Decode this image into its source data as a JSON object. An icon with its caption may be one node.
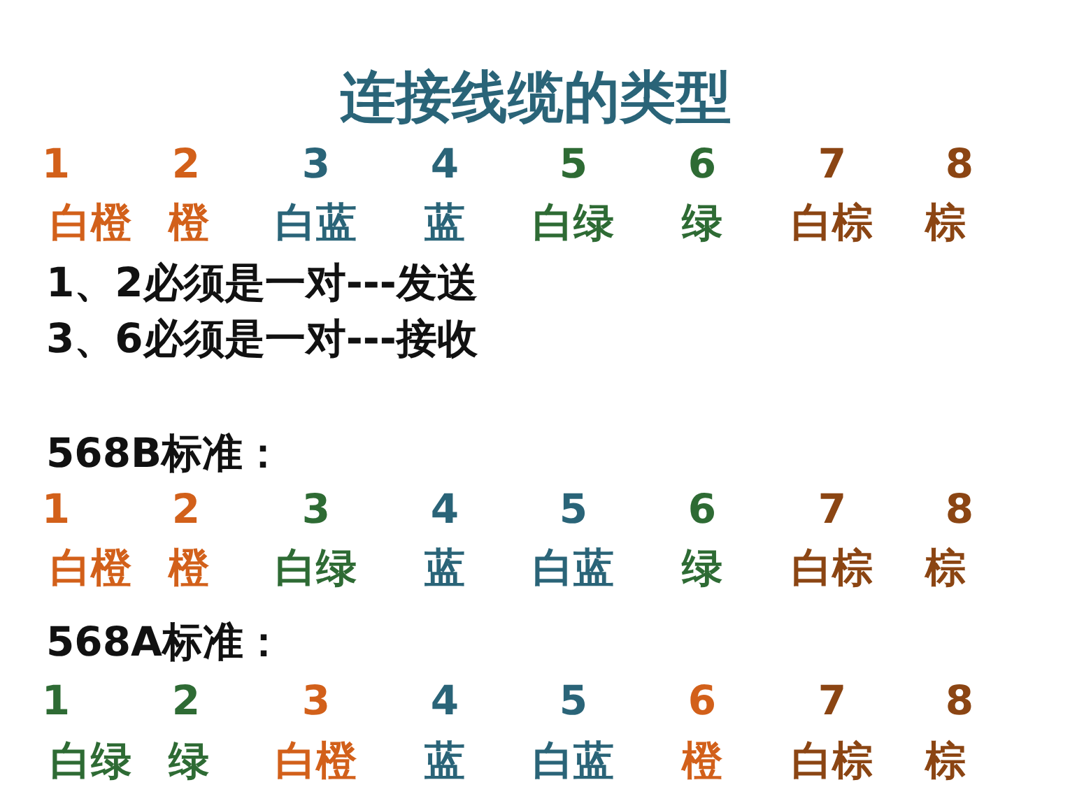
{
  "diagram": {
    "title": "连接线缆的类型",
    "labels": [
      "1",
      "2",
      "3",
      "4",
      "5",
      "6",
      "7",
      "8",
      "白橙",
      "橙",
      "白蓝",
      "蓝",
      "白绿",
      "绿",
      "白棕",
      "棕",
      "1、2必须是一对---发送",
      "3、6必须是一对---接收",
      "568B标准：",
      "1",
      "2",
      "3",
      "4",
      "5",
      "6",
      "7",
      "8",
      "白橙",
      "橙",
      "白绿",
      "蓝",
      "白蓝",
      "绿",
      "白棕",
      "棕",
      "568A标准：",
      "1",
      "2",
      "3",
      "4",
      "5",
      "6",
      "7",
      "8",
      "白绿",
      "绿",
      "白橙",
      "蓝",
      "白蓝",
      "橙",
      "白棕",
      "棕"
    ]
  }
}
